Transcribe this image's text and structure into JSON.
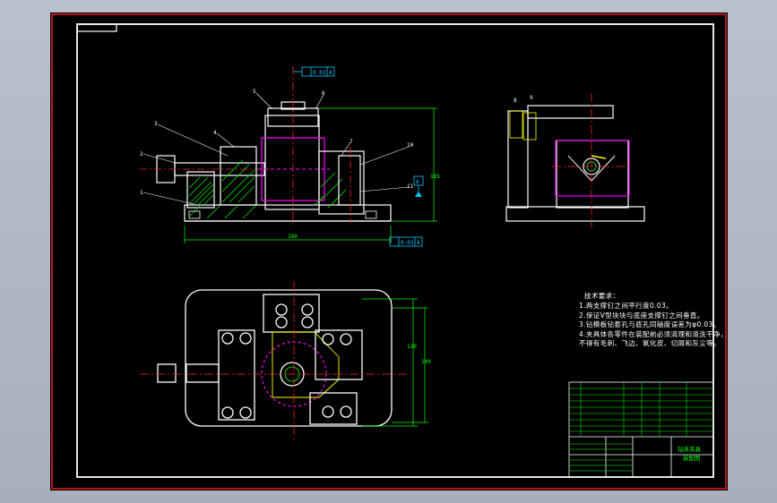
{
  "drawing": {
    "datum_top_frame": "0.03",
    "datum_top_ref": "A",
    "datum_bottom_frame": "0.03",
    "datum_bottom_ref": "A",
    "datum_side_ref": "A",
    "overall_width_dim": "280",
    "front_height_dim": "185",
    "plan_depth_dim_1": "120",
    "plan_depth_dim_2": "140",
    "balloons": [
      "1",
      "2",
      "3",
      "4",
      "5",
      "6",
      "7",
      "8",
      "9",
      "10",
      "11"
    ]
  },
  "technical_requirements": {
    "title": "技术要求：",
    "items": [
      "1.两支撑钉之间平行度0.03。",
      "2.保证V型块块与底座支撑钉之间垂直。",
      "3.钻模板钻套孔与底孔同轴度误差为φ0.03。",
      "4.夹具体各零件在装配前必须清理和清洗干净，",
      "不得有毛刺、飞边、氧化皮、切屑和灰尘等。"
    ]
  },
  "title_block": {
    "drawing_name": "钻床夹具",
    "scale_label": "装配图"
  },
  "colors": {
    "background": "#000000",
    "outline": "#ffffff",
    "center_line": "#ff2020",
    "dimension": "#00ff00",
    "highlight": "#ff00ff",
    "hatch": "#00e000",
    "annotation": "#00c8ff",
    "balloon_leader": "#ffff00"
  }
}
